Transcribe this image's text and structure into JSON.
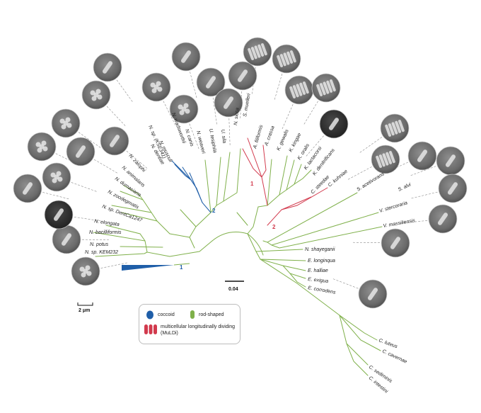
{
  "colors": {
    "coccoid": "#1f5ea8",
    "rod": "#7fb04a",
    "mulldi": "#d23a4d",
    "scale": "#111111"
  },
  "clade_numbers": {
    "blue_1": "1",
    "blue_2": "2",
    "red_1": "1",
    "red_2": "2"
  },
  "taxa": {
    "n_kem232": "N. sp. KEM232",
    "n_potus": "N. potus",
    "n_bacilliformis": "N. bacilliformis",
    "n_elongata": "N. elongata",
    "n_dentca1247": "N. sp. DentCa1247",
    "n_zoodegmatis": "N. zoodegmatis",
    "n_dumasiana": "N. dumasiana",
    "n_animalaris": "N. animalaris",
    "n_zalophi": "N. zalophi",
    "n_dentiae": "N. dentiae",
    "n_musculi": "N. musculi",
    "n_kse341": "N. sp. (KSE341)",
    "n_wadsworthii": "N. wadsworthii",
    "n_canis": "N. canis",
    "n_weaveri": "N. weaveri",
    "u_tesiphila": "U. tesiphila",
    "u_sila": "U. sila",
    "n_sicca": "N. sicca",
    "s_muelleri": "S. muelleri",
    "a_filiformis": "A. filiformis",
    "a_crassa": "A. crassa",
    "k_gewalis": "K. gewalis",
    "k_kingae": "K. kingae",
    "k_oralis": "K. oralis",
    "k_lactacorsi": "K. lactacorsi",
    "k_denitrificans": "K. denitrificans",
    "c_steedae": "C. steedae",
    "c_kuhniae": "C. kuhniae",
    "s_acetivorans": "S. acetivorans",
    "s_alvi": "S. alvi",
    "v_stercoraria": "V. stercoraria",
    "v_massiliensis": "V. massiliensis",
    "n_shayeganii": "N. shayeganii",
    "e_longinqua": "E. longinqua",
    "e_halliae": "E. halliae",
    "e_exigua": "E. exigua",
    "e_corrodens": "E. corrodens",
    "c_luteus": "C. luteus",
    "c_cavernae": "C. cavernae",
    "c_sediminis": "C. sediminis",
    "c_intestini": "C. intestini"
  },
  "scale_bars": {
    "tree_scale": "0.04",
    "image_scale": "2 μm"
  },
  "legend": {
    "coccoid": "coccoid",
    "rod": "rod-shaped",
    "mulldi": "multicellular longitudinally dividing (MuLDi)"
  }
}
